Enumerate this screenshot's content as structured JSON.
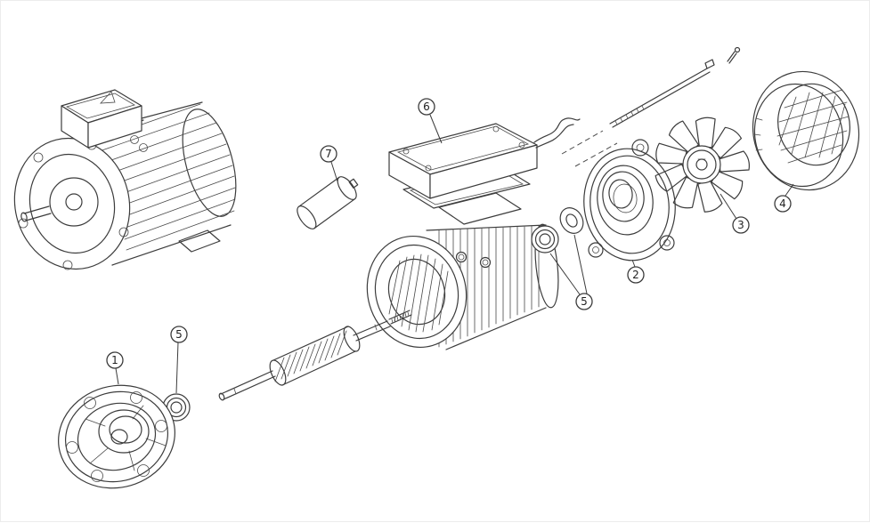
{
  "diagram": {
    "type": "exploded-view-line-drawing",
    "colors": {
      "background": "#ffffff",
      "line": "#3c3c3c"
    },
    "callouts": {
      "flange": {
        "label": "1"
      },
      "end_bracket": {
        "label": "2"
      },
      "fan": {
        "label": "3"
      },
      "fan_cover": {
        "label": "4"
      },
      "bearing": {
        "label": "5"
      },
      "terminal_cover": {
        "label": "6"
      },
      "capacitor": {
        "label": "7"
      }
    }
  }
}
